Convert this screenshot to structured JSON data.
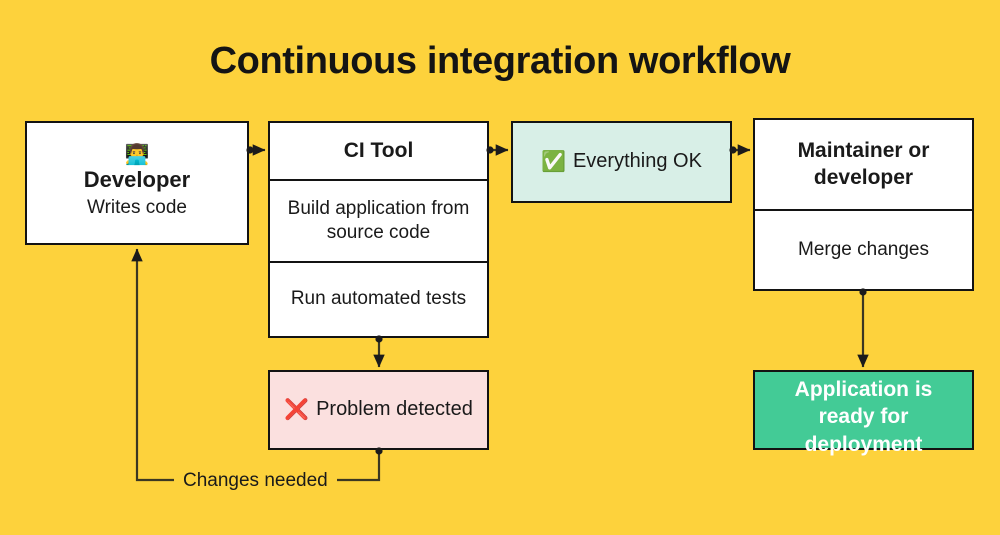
{
  "page": {
    "title": "Continuous integration workflow",
    "background_color": "#fdd23c"
  },
  "nodes": {
    "developer": {
      "icon": "technologist-emoji",
      "icon_glyph": "👨‍💻",
      "title": "Developer",
      "subtitle": "Writes code",
      "fill": "#ffffff"
    },
    "ci_tool": {
      "title": "CI Tool",
      "steps": [
        "Build application from source code",
        "Run automated tests"
      ],
      "fill": "#ffffff"
    },
    "everything_ok": {
      "icon": "check-mark-button-emoji",
      "icon_glyph": "✅",
      "label": "Everything OK",
      "fill": "#d8efe7"
    },
    "maintainer": {
      "title": "Maintainer or developer",
      "action": "Merge changes",
      "fill": "#ffffff"
    },
    "problem_detected": {
      "icon": "cross-mark-emoji",
      "icon_glyph": "❌",
      "label": "Problem detected",
      "fill": "#fbe0df"
    },
    "application_ready": {
      "label": "Application is ready for deployment",
      "fill": "#43cb96",
      "text_color": "#ffffff"
    }
  },
  "edges": {
    "changes_needed_label": "Changes needed"
  }
}
